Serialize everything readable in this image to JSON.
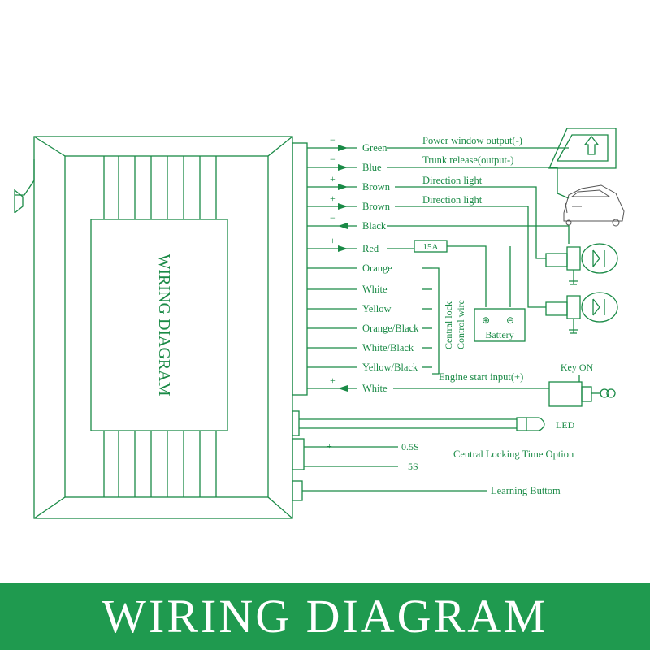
{
  "module": {
    "title": "WIRING DIAGRAM"
  },
  "wires": [
    {
      "label": "Green",
      "sign": "−",
      "function": "Power window output(-)"
    },
    {
      "label": "Blue",
      "sign": "−",
      "function": "Trunk release(output-)"
    },
    {
      "label": "Brown",
      "sign": "+",
      "function": "Direction light"
    },
    {
      "label": "Brown",
      "sign": "+",
      "function": "Direction light"
    },
    {
      "label": "Black",
      "sign": "−",
      "function": ""
    },
    {
      "label": "Red",
      "sign": "+",
      "function": ""
    },
    {
      "label": "Orange",
      "sign": "",
      "function": ""
    },
    {
      "label": "White",
      "sign": "",
      "function": ""
    },
    {
      "label": "Yellow",
      "sign": "",
      "function": ""
    },
    {
      "label": "Orange/Black",
      "sign": "",
      "function": ""
    },
    {
      "label": "White/Black",
      "sign": "",
      "function": ""
    },
    {
      "label": "Yellow/Black",
      "sign": "",
      "function": ""
    },
    {
      "label": "White",
      "sign": "+",
      "function": "Engine start input(+)"
    }
  ],
  "fuse": {
    "label": "15A"
  },
  "battery": {
    "label": "Battery",
    "plus": "⊕",
    "minus": "⊖"
  },
  "central_lock": {
    "line1": "Central lock",
    "line2": "Control wire"
  },
  "key": {
    "label": "Key ON"
  },
  "led": {
    "label": "LED"
  },
  "time_option": {
    "label": "Central Locking Time Option",
    "plus": "+",
    "minus": "−",
    "value_plus": "0.5S",
    "value_minus": "5S"
  },
  "learning": {
    "label": "Learning Buttom"
  },
  "banner": {
    "title": "WIRING DIAGRAM"
  },
  "colors": {
    "line": "#1a8a46",
    "banner": "#1f9a4f",
    "banner_text": "#ffffff"
  },
  "icons": [
    "power-window-icon",
    "car-trunk-icon",
    "direction-light-icon",
    "battery-icon",
    "key-switch-icon",
    "led-icon",
    "antenna-icon"
  ]
}
